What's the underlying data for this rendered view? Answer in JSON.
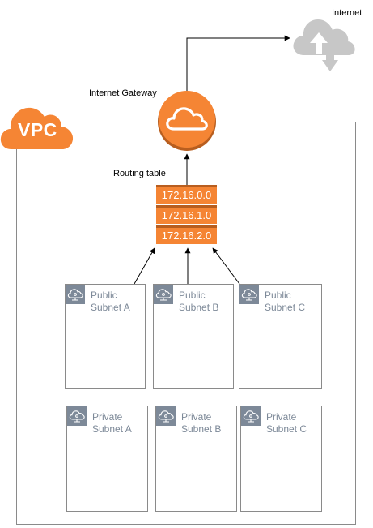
{
  "labels": {
    "internet": "Internet",
    "internet_gateway": "Internet Gateway",
    "routing_table": "Routing table",
    "vpc": "VPC"
  },
  "routing_table": {
    "rows": [
      "172.16.0.0",
      "172.16.1.0",
      "172.16.2.0"
    ]
  },
  "public_subnets": [
    {
      "name": "Public\nSubnet A"
    },
    {
      "name": "Public\nSubnet B"
    },
    {
      "name": "Public\nSubnet C"
    }
  ],
  "private_subnets": [
    {
      "name": "Private\nSubnet A"
    },
    {
      "name": "Private\nSubnet B"
    },
    {
      "name": "Private\nSubnet C"
    }
  ],
  "colors": {
    "aws_orange": "#f58534",
    "orange_dark": "#b85e1f",
    "subnet_gray": "#7d8998",
    "cloud_gray": "#c7c7c7",
    "border_gray": "#8a8a8a"
  },
  "icons": {
    "internet": "cloud-upload-download-icon",
    "gateway": "cloud-icon",
    "vpc": "vpc-cloud-icon",
    "subnet": "subnet-cloud-icon"
  }
}
